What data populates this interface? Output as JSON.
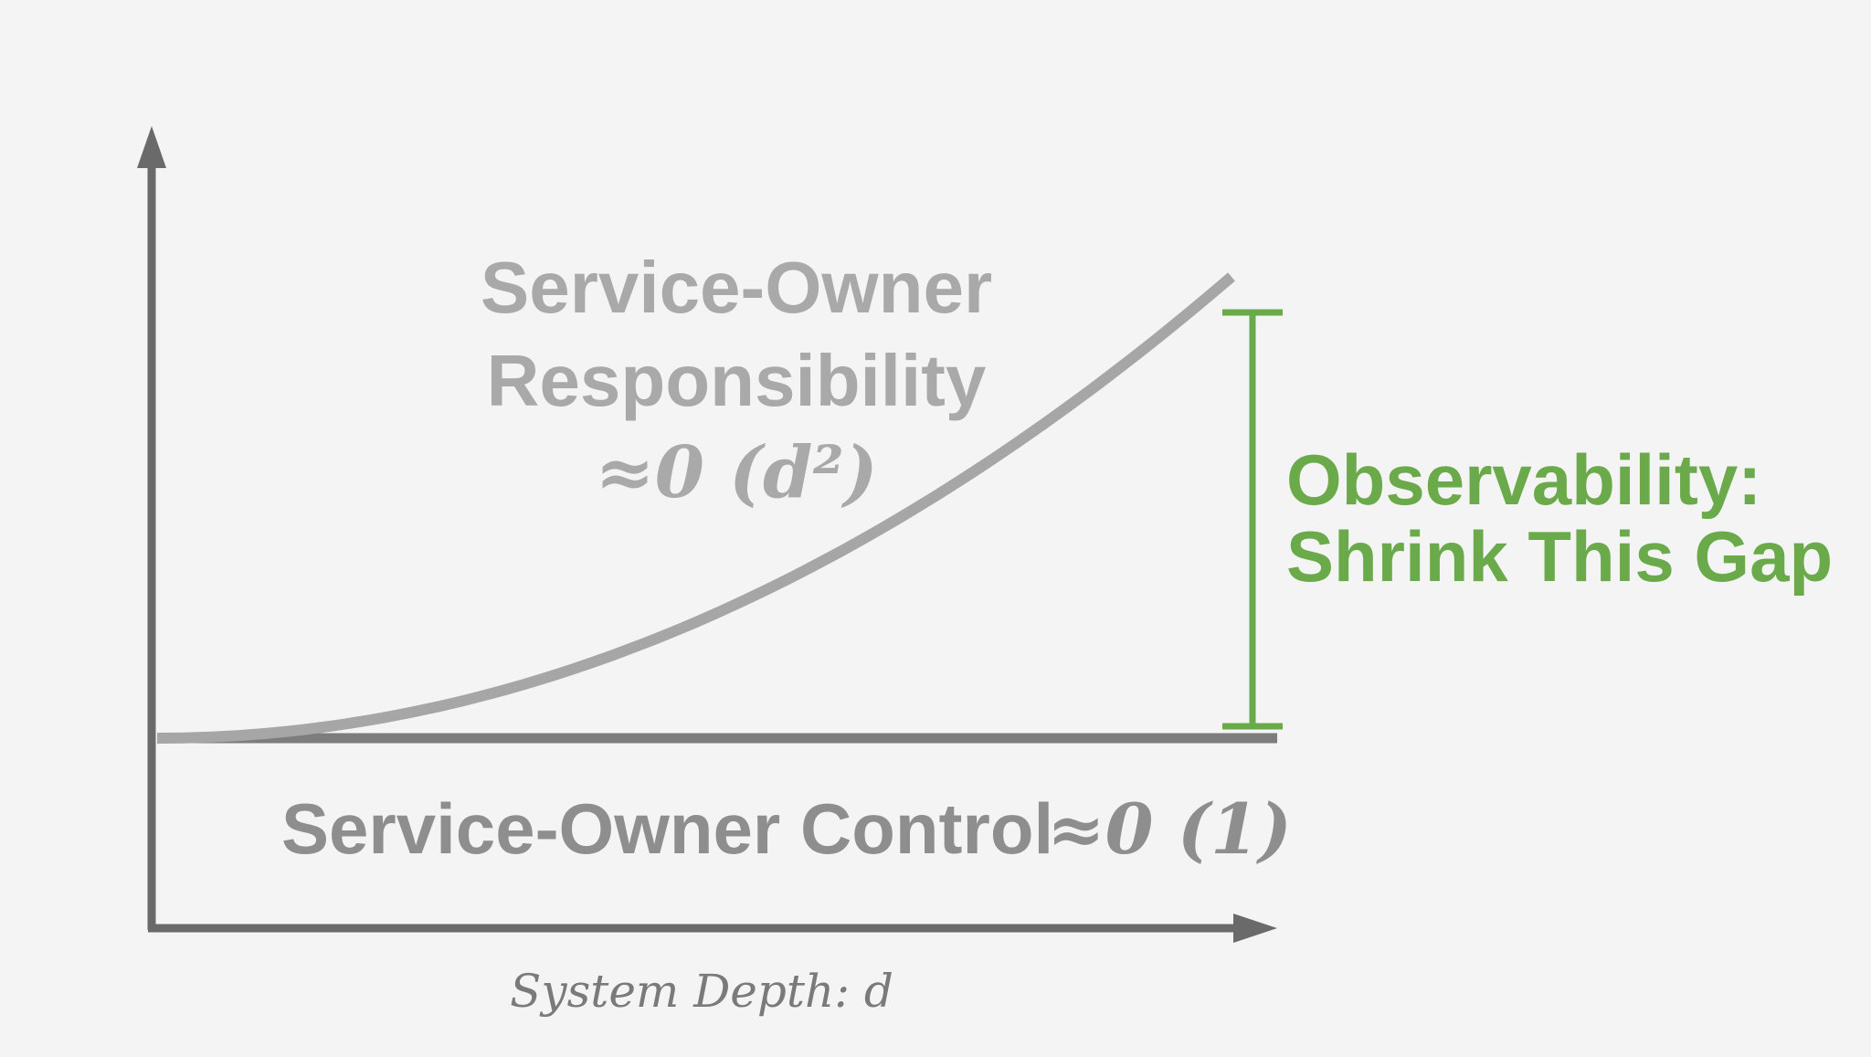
{
  "chart_data": {
    "type": "line",
    "xlabel": "System Depth: d",
    "ylabel": "",
    "series": [
      {
        "name": "Service-Owner Responsibility ≈0 (d²)",
        "function": "d^2",
        "x": [
          0,
          0.1,
          0.2,
          0.3,
          0.4,
          0.5,
          0.6,
          0.7,
          0.8,
          0.9,
          1.0
        ],
        "values": [
          0,
          0.01,
          0.04,
          0.09,
          0.16,
          0.25,
          0.36,
          0.49,
          0.64,
          0.81,
          1.0
        ]
      },
      {
        "name": "Service-Owner Control ≈0 (1)",
        "function": "1",
        "x": [
          0,
          1.0
        ],
        "values": [
          0,
          0
        ]
      }
    ],
    "annotations": [
      {
        "type": "gap-bracket",
        "lines": [
          "Observability:",
          "Shrink This Gap"
        ],
        "color": "#6aaa4a"
      }
    ],
    "labels": {
      "responsibility_line1": "Service-Owner",
      "responsibility_line2": "Responsibility",
      "responsibility_formula": "≈0 (d²)",
      "control": "Service-Owner Control",
      "control_formula": "≈0 (1)"
    },
    "colors": {
      "axis": "#6a6a6a",
      "responsibility_curve": "#a6a6a6",
      "control_line": "#7d7d7d",
      "gap_bracket": "#6aaa4a",
      "background": "#f4f4f4"
    }
  }
}
